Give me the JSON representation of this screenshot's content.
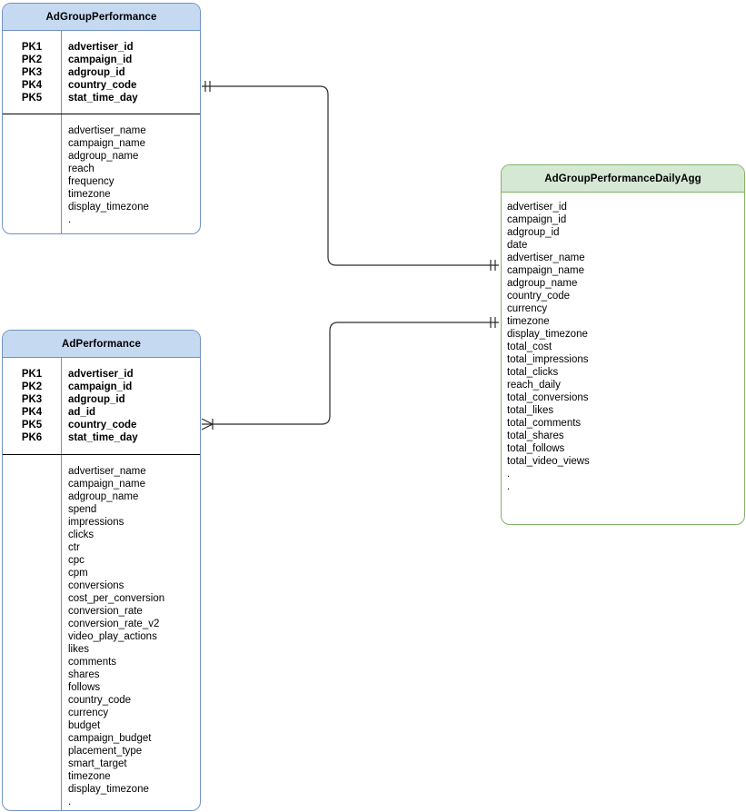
{
  "diagram": {
    "type": "entity-relationship-diagram",
    "background": "#ffffff",
    "colors": {
      "blue_header_fill": "#c5d9f1",
      "blue_border": "#7192c4",
      "green_header_fill": "#d5e8d4",
      "green_border": "#82b366",
      "connector": "#2b2b2b",
      "divider": "#000000",
      "text": "#000000"
    }
  },
  "entities": [
    {
      "id": "adgroup_performance",
      "title": "AdGroupPerformance",
      "style": "blue",
      "keys": [
        {
          "label": "PK1",
          "field": "advertiser_id"
        },
        {
          "label": "PK2",
          "field": "campaign_id"
        },
        {
          "label": "PK3",
          "field": "adgroup_id"
        },
        {
          "label": "PK4",
          "field": "country_code"
        },
        {
          "label": "PK5",
          "field": "stat_time_day"
        }
      ],
      "attributes": [
        "advertiser_name",
        "campaign_name",
        "adgroup_name",
        "reach",
        "frequency",
        "timezone",
        "display_timezone",
        ".",
        "."
      ]
    },
    {
      "id": "ad_performance",
      "title": "AdPerformance",
      "style": "blue",
      "keys": [
        {
          "label": "PK1",
          "field": "advertiser_id"
        },
        {
          "label": "PK2",
          "field": "campaign_id"
        },
        {
          "label": "PK3",
          "field": "adgroup_id"
        },
        {
          "label": "PK4",
          "field": "ad_id"
        },
        {
          "label": "PK5",
          "field": "country_code"
        },
        {
          "label": "PK6",
          "field": "stat_time_day"
        }
      ],
      "attributes": [
        "advertiser_name",
        "campaign_name",
        "adgroup_name",
        "spend",
        "impressions",
        "clicks",
        "ctr",
        "cpc",
        "cpm",
        "conversions",
        "cost_per_conversion",
        "conversion_rate",
        "conversion_rate_v2",
        "video_play_actions",
        "likes",
        "comments",
        "shares",
        "follows",
        "country_code",
        "currency",
        "budget",
        "campaign_budget",
        "placement_type",
        "smart_target",
        "timezone",
        "display_timezone",
        ".",
        "."
      ]
    },
    {
      "id": "adgroup_performance_daily_agg",
      "title": "AdGroupPerformanceDailyAgg",
      "style": "green",
      "keys": [],
      "attributes": [
        "advertiser_id",
        "campaign_id",
        "adgroup_id",
        "date",
        "advertiser_name",
        "campaign_name",
        "adgroup_name",
        "country_code",
        "currency",
        "timezone",
        "display_timezone",
        "total_cost",
        "total_impressions",
        "total_clicks",
        "reach_daily",
        "total_conversions",
        "total_likes",
        "total_comments",
        "total_shares",
        "total_follows",
        "total_video_views",
        ".",
        "."
      ]
    }
  ],
  "relationships": [
    {
      "id": "adgroup-to-agg",
      "from": "adgroup_performance",
      "to": "adgroup_performance_daily_agg",
      "from_cardinality": "one-and-only-one",
      "to_cardinality": "one-and-only-one"
    },
    {
      "id": "ad-to-agg",
      "from": "ad_performance",
      "to": "adgroup_performance_daily_agg",
      "from_cardinality": "many",
      "to_cardinality": "one-and-only-one"
    }
  ]
}
